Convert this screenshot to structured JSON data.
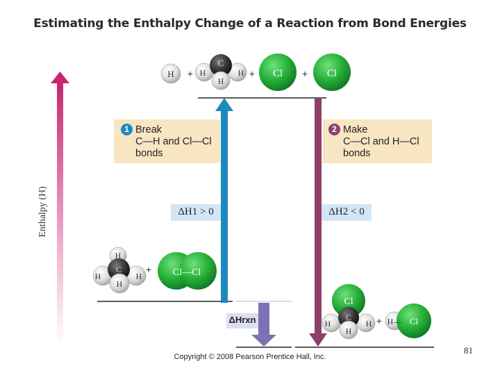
{
  "title": "Estimating the Enthalpy Change of a Reaction from Bond Energies",
  "y_axis_label": "Enthalpy (H)",
  "top_molecules": {
    "h_atom": "H",
    "plus_1": "+",
    "ch3_c": "C",
    "ch3_h1": "H",
    "ch3_h2": "H",
    "ch3_h3": "H",
    "plus_2": "+",
    "cl_1": "Cl",
    "plus_3": "+",
    "cl_2": "Cl"
  },
  "step1": {
    "number": "1",
    "line1": "Break",
    "line2": "C—H and Cl—Cl",
    "line3": "bonds"
  },
  "step2": {
    "number": "2",
    "line1": "Make",
    "line2": "C—Cl and H—Cl",
    "line3": "bonds"
  },
  "dh1_label": "ΔH1 > 0",
  "dh2_label": "ΔH2 < 0",
  "dhrxn_label": "ΔHrxn",
  "reactants": {
    "c": "C",
    "h_top": "H",
    "h_left": "H",
    "h_bottom": "H",
    "h_right": "H",
    "plus": "+",
    "cl2": "Cl—Cl"
  },
  "products": {
    "cl": "Cl",
    "c": "C",
    "h_left": "H",
    "h_bottom": "H",
    "h_right": "H",
    "plus": "+",
    "hcl_h": "H—",
    "hcl_cl": "Cl"
  },
  "copyright": "Copyright © 2008 Pearson Prentice Hall, Inc.",
  "page_number": "81",
  "colors": {
    "enthalpy_arrow": "#c8266e",
    "break_arrow": "#1a8bbd",
    "make_arrow": "#8e3f6a",
    "rxn_arrow": "#7b73b5",
    "chlorine": "#2bb03c",
    "hydrogen": "#e4e4e4",
    "carbon": "#333333",
    "box_fill": "#f8e5c2"
  }
}
